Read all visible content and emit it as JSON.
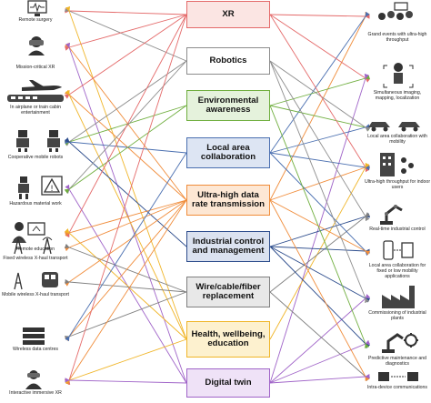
{
  "center_boxes": [
    {
      "id": "xr",
      "label": "XR",
      "color": "#e46a6a",
      "fill": "#fbe5e3"
    },
    {
      "id": "robotics",
      "label": "Robotics",
      "color": "#8c8c8c",
      "fill": "#ffffff"
    },
    {
      "id": "env",
      "label": "Environmental awareness",
      "color": "#6fae3e",
      "fill": "#e5f2dc"
    },
    {
      "id": "lac",
      "label": "Local area collaboration",
      "color": "#4a6fb0",
      "fill": "#dde5f3"
    },
    {
      "id": "uhd",
      "label": "Ultra-high data rate transmission",
      "color": "#f08c3a",
      "fill": "#fde7d4"
    },
    {
      "id": "ind",
      "label": "Industrial control and management",
      "color": "#2c4c8c",
      "fill": "#dbe2f0"
    },
    {
      "id": "wire",
      "label": "Wire/cable/fiber replacement",
      "color": "#7f7f7f",
      "fill": "#e8e8e8"
    },
    {
      "id": "health",
      "label": "Health, wellbeing, education",
      "color": "#f0b528",
      "fill": "#fdf1cf"
    },
    {
      "id": "twin",
      "label": "Digital twin",
      "color": "#a064c8",
      "fill": "#efe2f7"
    }
  ],
  "left_items": [
    {
      "label": "Remote surgery",
      "icon": "surgery-monitor-icon"
    },
    {
      "label": "Mission-critical XR",
      "icon": "vr-headset-icon"
    },
    {
      "label": "In airplane or train cabin entertainment",
      "icon": "airplane-train-icon"
    },
    {
      "label": "Cooperative mobile robots",
      "icon": "robots-icon"
    },
    {
      "label": "Hazardous material work",
      "icon": "hazmat-robot-icon"
    },
    {
      "label": "Remote education",
      "icon": "teacher-screen-icon"
    },
    {
      "label": "Fixed wireless X-haul transport",
      "icon": "radio-tower-icon"
    },
    {
      "label": "Mobile wireless X-haul transport",
      "icon": "train-antenna-icon"
    },
    {
      "label": "Wireless data centres",
      "icon": "server-rack-icon"
    },
    {
      "label": "Interactive immersive XR",
      "icon": "vr-user-icon"
    }
  ],
  "right_items": [
    {
      "label": "Grand events with ultra-high throughput",
      "icon": "crowd-icon"
    },
    {
      "label": "Simultaneous imaging, mapping, localization",
      "icon": "person-scan-icon"
    },
    {
      "label": "Local area collaboration with mobility",
      "icon": "cars-icon"
    },
    {
      "label": "Ultra-high throughput for indoor users",
      "icon": "building-users-icon"
    },
    {
      "label": "Real-time industrial control",
      "icon": "robot-arm-icon"
    },
    {
      "label": "Local area collaboration for fixed or low mobility applications",
      "icon": "device-collab-icon"
    },
    {
      "label": "Commissioning of industrial plants",
      "icon": "factory-icon"
    },
    {
      "label": "Predictive maintenance and diagnostics",
      "icon": "maintenance-icon"
    },
    {
      "label": "Intra-device communications",
      "icon": "chips-icon"
    }
  ],
  "links": [
    {
      "side": "L",
      "item": 0,
      "box": 0
    },
    {
      "side": "L",
      "item": 0,
      "box": 1
    },
    {
      "side": "L",
      "item": 0,
      "box": 7
    },
    {
      "side": "L",
      "item": 1,
      "box": 0
    },
    {
      "side": "L",
      "item": 1,
      "box": 4
    },
    {
      "side": "L",
      "item": 1,
      "box": 8
    },
    {
      "side": "L",
      "item": 2,
      "box": 0
    },
    {
      "side": "L",
      "item": 2,
      "box": 4
    },
    {
      "side": "L",
      "item": 2,
      "box": 7
    },
    {
      "side": "L",
      "item": 3,
      "box": 1
    },
    {
      "side": "L",
      "item": 3,
      "box": 2
    },
    {
      "side": "L",
      "item": 3,
      "box": 3
    },
    {
      "side": "L",
      "item": 3,
      "box": 5
    },
    {
      "side": "L",
      "item": 4,
      "box": 1
    },
    {
      "side": "L",
      "item": 4,
      "box": 2
    },
    {
      "side": "L",
      "item": 4,
      "box": 8
    },
    {
      "side": "L",
      "item": 5,
      "box": 0
    },
    {
      "side": "L",
      "item": 5,
      "box": 4
    },
    {
      "side": "L",
      "item": 5,
      "box": 7
    },
    {
      "side": "L",
      "item": 6,
      "box": 4
    },
    {
      "side": "L",
      "item": 6,
      "box": 6
    },
    {
      "side": "L",
      "item": 7,
      "box": 4
    },
    {
      "side": "L",
      "item": 7,
      "box": 6
    },
    {
      "side": "L",
      "item": 8,
      "box": 4
    },
    {
      "side": "L",
      "item": 8,
      "box": 6
    },
    {
      "side": "L",
      "item": 8,
      "box": 3
    },
    {
      "side": "L",
      "item": 9,
      "box": 0
    },
    {
      "side": "L",
      "item": 9,
      "box": 4
    },
    {
      "side": "L",
      "item": 9,
      "box": 7
    },
    {
      "side": "L",
      "item": 9,
      "box": 8
    },
    {
      "side": "R",
      "item": 0,
      "box": 0
    },
    {
      "side": "R",
      "item": 0,
      "box": 4
    },
    {
      "side": "R",
      "item": 0,
      "box": 3
    },
    {
      "side": "R",
      "item": 1,
      "box": 0
    },
    {
      "side": "R",
      "item": 1,
      "box": 2
    },
    {
      "side": "R",
      "item": 1,
      "box": 8
    },
    {
      "side": "R",
      "item": 2,
      "box": 2
    },
    {
      "side": "R",
      "item": 2,
      "box": 3
    },
    {
      "side": "R",
      "item": 2,
      "box": 1
    },
    {
      "side": "R",
      "item": 3,
      "box": 4
    },
    {
      "side": "R",
      "item": 3,
      "box": 0
    },
    {
      "side": "R",
      "item": 3,
      "box": 3
    },
    {
      "side": "R",
      "item": 3,
      "box": 7
    },
    {
      "side": "R",
      "item": 4,
      "box": 5
    },
    {
      "side": "R",
      "item": 4,
      "box": 1
    },
    {
      "side": "R",
      "item": 4,
      "box": 6
    },
    {
      "side": "R",
      "item": 5,
      "box": 3
    },
    {
      "side": "R",
      "item": 5,
      "box": 5
    },
    {
      "side": "R",
      "item": 5,
      "box": 4
    },
    {
      "side": "R",
      "item": 6,
      "box": 8
    },
    {
      "side": "R",
      "item": 6,
      "box": 5
    },
    {
      "side": "R",
      "item": 6,
      "box": 1
    },
    {
      "side": "R",
      "item": 7,
      "box": 8
    },
    {
      "side": "R",
      "item": 7,
      "box": 5
    },
    {
      "side": "R",
      "item": 7,
      "box": 2
    },
    {
      "side": "R",
      "item": 8,
      "box": 6
    },
    {
      "side": "R",
      "item": 8,
      "box": 4
    },
    {
      "side": "R",
      "item": 8,
      "box": 8
    }
  ]
}
